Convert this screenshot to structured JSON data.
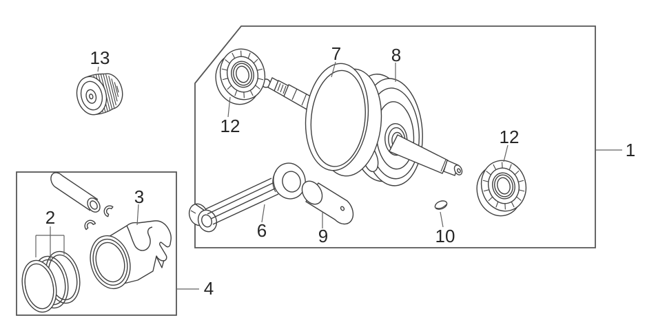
{
  "figure": {
    "kind": "exploded-parts-diagram",
    "background": "#ffffff",
    "line_color": "#3f3f3f",
    "box_color": "#555555",
    "label_color": "#262626",
    "callouts": [
      {
        "part": "crankshaft-assembly",
        "text": "1"
      },
      {
        "part": "piston-ring-set",
        "text": "2"
      },
      {
        "part": "piston",
        "text": "3"
      },
      {
        "part": "piston-assembly",
        "text": "4"
      },
      {
        "part": "connecting-rod",
        "text": "6"
      },
      {
        "part": "crank-web-left",
        "text": "7"
      },
      {
        "part": "crank-web-right",
        "text": "8"
      },
      {
        "part": "crank-pin",
        "text": "9"
      },
      {
        "part": "key",
        "text": "10"
      },
      {
        "part": "bearing-left",
        "text": "12"
      },
      {
        "part": "bearing-right",
        "text": "12"
      },
      {
        "part": "oil-filter",
        "text": "13"
      }
    ]
  }
}
